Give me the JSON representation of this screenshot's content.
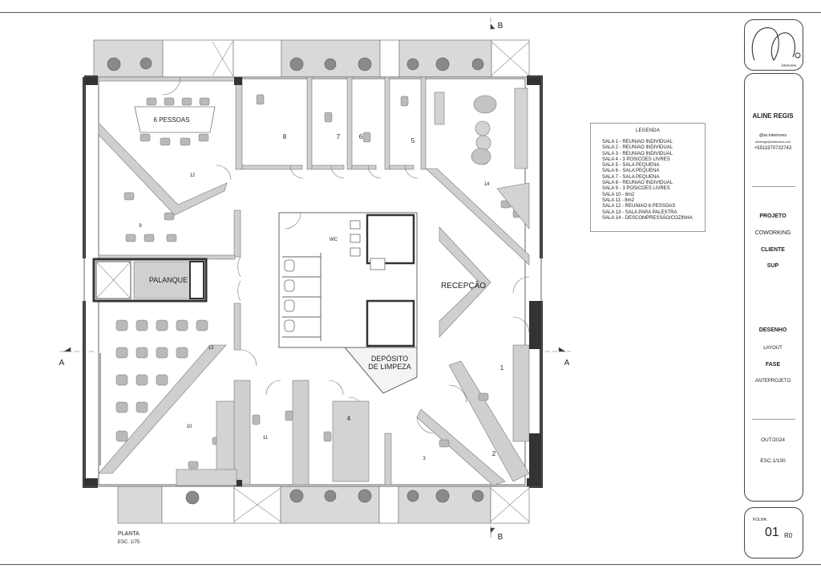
{
  "plan": {
    "rooms": [
      {
        "id": "r8",
        "label": "8"
      },
      {
        "id": "r7",
        "label": "7"
      },
      {
        "id": "r6",
        "label": "6"
      },
      {
        "id": "r5",
        "label": "5"
      },
      {
        "id": "r14",
        "label": "14"
      },
      {
        "id": "r12",
        "label": "12"
      },
      {
        "id": "r9",
        "label": "9"
      },
      {
        "id": "r13",
        "label": "13"
      },
      {
        "id": "r10",
        "label": "10"
      },
      {
        "id": "r11",
        "label": "11"
      },
      {
        "id": "r4",
        "label": "4"
      },
      {
        "id": "r3",
        "label": "3"
      },
      {
        "id": "r2",
        "label": "2"
      },
      {
        "id": "r1",
        "label": "1"
      }
    ],
    "labels": {
      "six_people": "6 PESSOAS",
      "palanque": "PALANQUE",
      "wc": "WC",
      "recepcao": "RECEPÇÃO",
      "deposito_1": "DEPÓSITO",
      "deposito_2": "DE LIMPEZA"
    },
    "section_marks": {
      "a_left": "A",
      "a_right": "A",
      "b_top": "B",
      "b_bottom": "B"
    },
    "caption": {
      "title": "PLANTA",
      "scale": "ESC. 1/75"
    }
  },
  "legend": {
    "title": "LEGENDA",
    "items": [
      "SALA 1 - REUNIAO INDIVIDUAL",
      "SALA 2 - REUNIAO INDIVIDUAL",
      "SALA 3 - REUNIAO INDIVIDUAL",
      "SALA 4 - 3 POSICOES LIVRES",
      "SALA 5 - SALA PEQUENA",
      "SALA 6 - SALA PEQUENA",
      "SALA 7 - SALA PEQUENA",
      "SALA 8 - REUNIAO INDIVIDUAL",
      "SALA 9 - 3 POSICOES LIVRES",
      "SALA 10 - 8m2",
      "SALA 11 - 8m2",
      "SALA 12 - REUNIAO 6 PESSOAS",
      "SALA 13 - SALA PARA PALESTRA",
      "SALA 14 - DESCOMPRESSÃO/COZINHA"
    ]
  },
  "title_block": {
    "logo_caption": "interiores",
    "designer": "ALINE REGIS",
    "instagram": "@ar.interiores",
    "email": "alineregis@arinteriores.com",
    "phone": "+5511970732743",
    "projeto_label": "PROJETO",
    "projeto_value": "COWORKING",
    "cliente_label": "CLIENTE",
    "cliente_value": "SUP",
    "desenho_label": "DESENHO",
    "desenho_value": "LAYOUT",
    "fase_label": "FASE",
    "fase_value": "ANTEPROJETO",
    "date": "OUT/2024",
    "scale": "ESC.1/100",
    "folha_label": "FOLHA:",
    "folha_number": "01",
    "revision": "R0"
  },
  "colors": {
    "wall": "#333333",
    "partition": "#cfcfcf",
    "furniture": "#b9b9b9",
    "line": "#666666"
  }
}
